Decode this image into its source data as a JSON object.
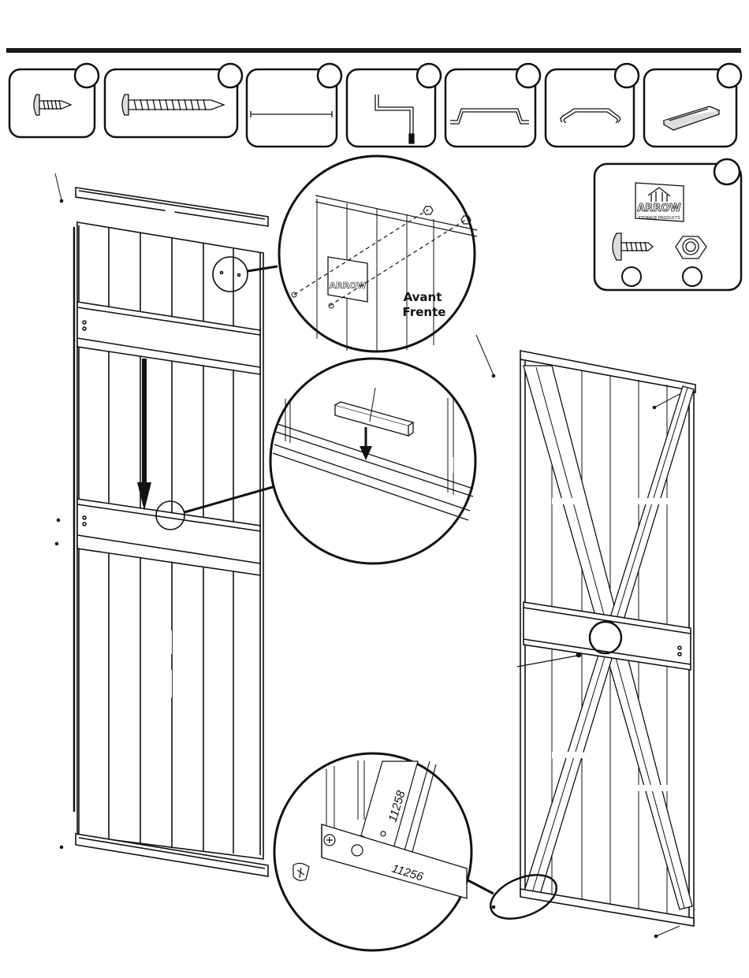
{
  "header": {
    "rule_color": "#1a1a1a"
  },
  "parts_row": [
    {
      "icon": "truss-head-screw-icon"
    },
    {
      "icon": "long-tapping-screw-icon"
    },
    {
      "icon": "flat-strip-icon"
    },
    {
      "icon": "z-bracket-icon"
    },
    {
      "icon": "hat-channel-icon"
    },
    {
      "icon": "door-handle-bracket-icon"
    },
    {
      "icon": "slide-block-icon"
    }
  ],
  "logo_kit": {
    "logo_text": "ARROW",
    "logo_subtext": "STORAGE PRODUCTS",
    "items": [
      {
        "icon": "bolt-icon"
      },
      {
        "icon": "nut-icon"
      }
    ]
  },
  "callouts": {
    "front_label": "Avant",
    "front_label_es": "Frente",
    "part_numbers": [
      "11258",
      "11256"
    ]
  }
}
